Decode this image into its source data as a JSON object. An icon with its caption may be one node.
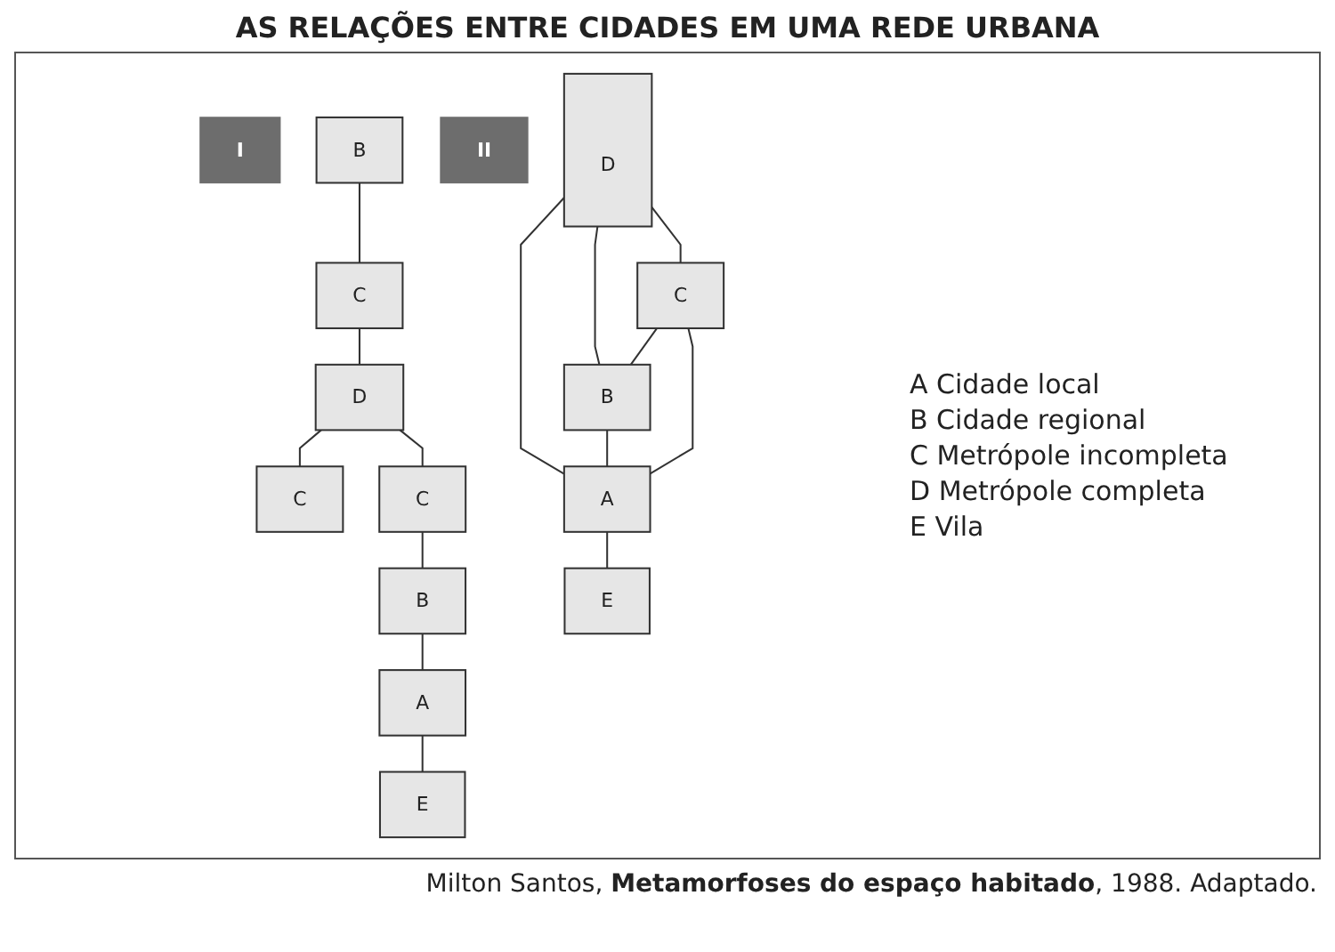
{
  "diagram": {
    "title": "AS RELAÇÕES ENTRE CIDADES EM UMA REDE URBANA",
    "caption": "Milton Santos, **Metamorfoses do espaço habitado**, 1988. Adaptado.",
    "nodes": [
      {
        "text": [
          "I"
        ]
      },
      {
        "text": [
          "B"
        ]
      },
      {
        "text": [
          "C"
        ]
      },
      {
        "text": [
          "D"
        ]
      },
      {
        "text": [
          "C"
        ]
      },
      {
        "text": [
          "C"
        ]
      },
      {
        "text": [
          "B"
        ]
      },
      {
        "text": [
          "A"
        ]
      },
      {
        "text": [
          "E"
        ]
      },
      {
        "text": [
          "II"
        ]
      },
      {
        "text": [
          "D"
        ]
      },
      {
        "text": [
          "C"
        ]
      },
      {
        "text": [
          "B"
        ]
      },
      {
        "text": [
          "A"
        ]
      },
      {
        "text": [
          "E"
        ]
      }
    ],
    "edges": [
      {
        "from": 1,
        "to": 2,
        "arrow": "none"
      },
      {
        "from": 2,
        "to": 3,
        "arrow": "none"
      },
      {
        "from": 3,
        "to": 4,
        "arrow": "none"
      },
      {
        "from": 3,
        "to": 5,
        "arrow": "none"
      },
      {
        "from": 5,
        "to": 6,
        "arrow": "none"
      },
      {
        "from": 6,
        "to": 7,
        "arrow": "none"
      },
      {
        "from": 7,
        "to": 8,
        "arrow": "none"
      },
      {
        "from": 10,
        "to": 11,
        "arrow": "none"
      },
      {
        "from": 10,
        "to": 12,
        "arrow": "none"
      },
      {
        "from": 10,
        "to": 13,
        "arrow": "none"
      },
      {
        "from": 11,
        "to": 12,
        "arrow": "none"
      },
      {
        "from": 12,
        "to": 13,
        "arrow": "none"
      },
      {
        "from": 11,
        "to": 13,
        "arrow": "none"
      },
      {
        "from": 13,
        "to": 14,
        "arrow": "none"
      }
    ],
    "labels": [
      "A Cidade local",
      "B Cidade regional",
      "C Metrópole incompleta",
      "D Metrópole completa",
      "E Vila"
    ]
  }
}
